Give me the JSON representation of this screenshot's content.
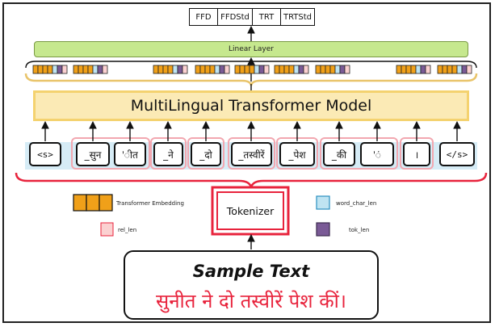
{
  "outputs": [
    "FFD",
    "FFDStd",
    "TRT",
    "TRTStd"
  ],
  "linear_layer": "Linear Layer",
  "transformer_model": "MultiLingual Transformer Model",
  "tokens": [
    "<s>",
    "_सुन",
    "'ीत",
    "_ने",
    "_दो",
    "_तस्वीरें",
    "_पेश",
    "_की",
    "'ं",
    "।",
    "</s>"
  ],
  "tokenizer": "Tokenizer",
  "legend": {
    "transformer_embedding": "Transformer Embedding",
    "rel_len": "rel_len",
    "word_char_len": "word_char_len",
    "tok_len": "tok_len"
  },
  "sample": {
    "title": "Sample Text",
    "hindi": "सुनीत ने दो तस्वीरें पेश कीं।"
  },
  "colors": {
    "embedding": "#f0a019",
    "rel_len": "#fbd1d1",
    "word_char_len": "#bfe4f2",
    "tok_len": "#7a5a96",
    "red_accent": "#e8233c",
    "yellow_accent": "#f4d26f",
    "linear_fill": "#c6e88e"
  }
}
